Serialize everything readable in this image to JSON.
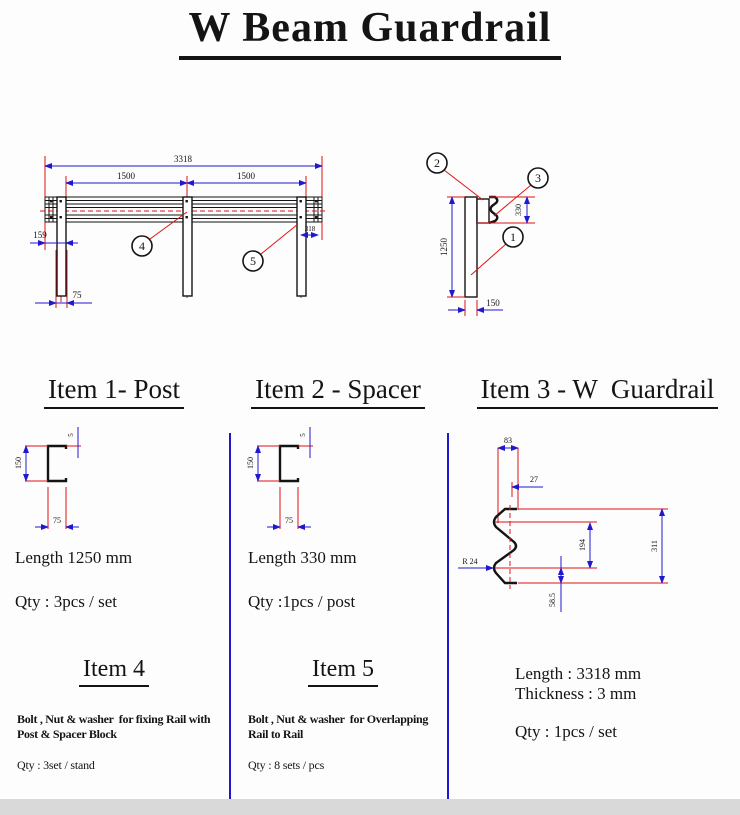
{
  "title": "W Beam Guardrail",
  "colors": {
    "dim_blue": "#2018cf",
    "ext_red": "#e01212",
    "line_black": "#141414"
  },
  "elevation": {
    "dim_total": "3318",
    "dim_span_left": "1500",
    "dim_span_right": "1500",
    "dim_offset": "159",
    "dim_post_width": "75",
    "dim_overlap": "318",
    "callout_4": "4",
    "callout_5": "5"
  },
  "section": {
    "dim_height": "1250",
    "dim_spacer": "330",
    "dim_width": "150",
    "callout_1": "1",
    "callout_2": "2",
    "callout_3": "3"
  },
  "item1": {
    "heading": "Item 1- Post",
    "dim_height": "150",
    "dim_width": "75",
    "dim_thickness": "5",
    "length": "Length 1250 mm",
    "qty": "Qty : 3pcs / set"
  },
  "item2": {
    "heading": "Item 2 - Spacer",
    "dim_height": "150",
    "dim_width": "75",
    "dim_thickness": "5",
    "length": "Length 330 mm",
    "qty": "Qty :1pcs / post"
  },
  "item3": {
    "heading": "Item 3 - W  Guardrail",
    "dim_83": "83",
    "dim_27": "27",
    "dim_194": "194",
    "dim_311": "311",
    "dim_radius": "R 24",
    "dim_585": "58.5",
    "length": "Length : 3318 mm",
    "thickness": "Thickness : 3 mm",
    "qty": "Qty : 1pcs / set"
  },
  "item4": {
    "heading": "Item 4",
    "desc1": "Bolt , Nut & washer  for fixing Rail with",
    "desc2": "Post & Spacer Block",
    "qty": "Qty : 3set / stand"
  },
  "item5": {
    "heading": "Item 5",
    "desc1": "Bolt , Nut & washer  for Overlapping",
    "desc2": "Rail to Rail",
    "qty": "Qty : 8 sets / pcs"
  }
}
